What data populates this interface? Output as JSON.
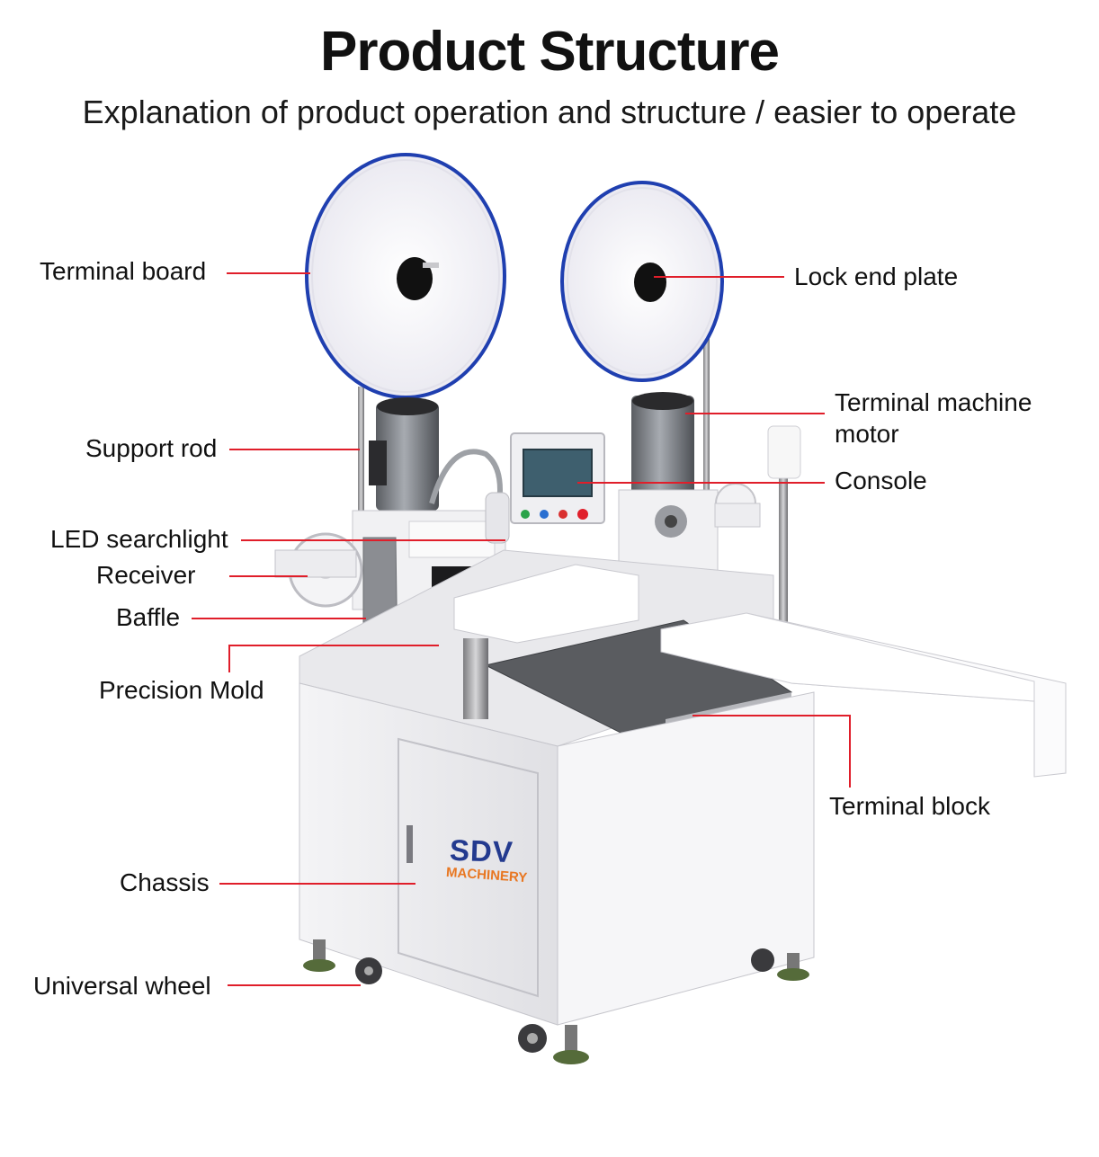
{
  "header": {
    "title": "Product Structure",
    "subtitle": "Explanation of product operation and structure / easier to operate"
  },
  "labels": {
    "terminal_board": "Terminal board",
    "lock_end_plate": "Lock end plate",
    "terminal_machine_motor": "Terminal machine\nmotor",
    "support_rod": "Support rod",
    "console": "Console",
    "led_searchlight": "LED searchlight",
    "receiver": "Receiver",
    "baffle": "Baffle",
    "precision_mold": "Precision Mold",
    "terminal_block": "Terminal block",
    "chassis": "Chassis",
    "universal_wheel": "Universal wheel"
  },
  "logo": {
    "brand": "SDV",
    "sub": "MACHINERY"
  },
  "colors": {
    "leader_line": "#e01e2a",
    "reel_rim": "#1f3fb0",
    "brand_blue": "#233a8f",
    "brand_orange": "#e87722"
  }
}
